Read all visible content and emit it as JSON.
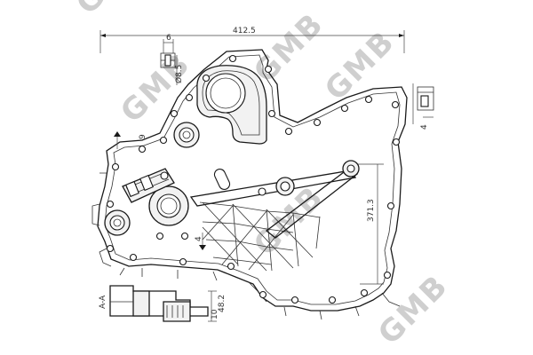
{
  "dimensions": {
    "overall_width": "412.5",
    "overall_height": "371.3",
    "slot_width": "6",
    "pin_diameter": "Ø8.5",
    "side_depth": "4",
    "section_width": "10",
    "section_height": "48.2",
    "section_label": "A-A",
    "label_9": "9",
    "label_4": "4"
  },
  "watermark": {
    "text": "GMB"
  },
  "icons": {
    "section_arrow": "section-arrow-icon"
  }
}
